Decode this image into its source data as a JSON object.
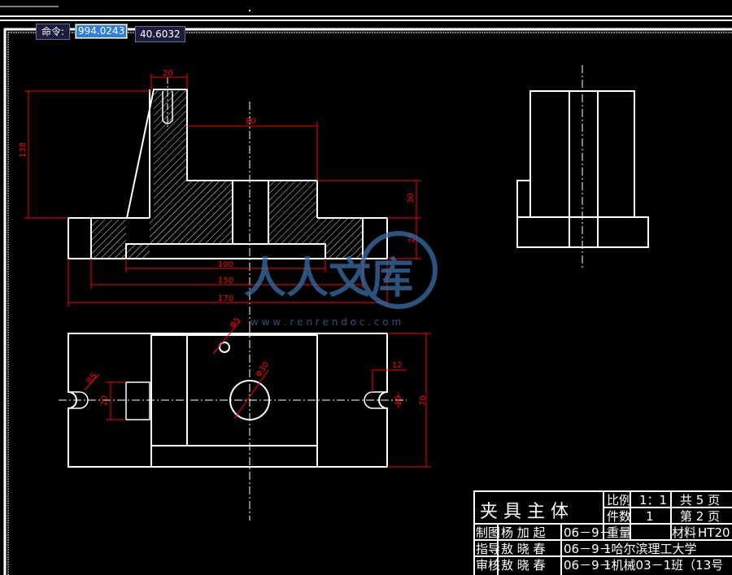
{
  "command": {
    "label": "命令:",
    "value": "994.0243",
    "secondary": "40.6032"
  },
  "dimensions": {
    "d_top_width": "20",
    "d_left_height": "138",
    "d_step_width": "80",
    "d_right_h1": "30",
    "d_right_h2": "25",
    "d_inner": "100",
    "d_mid": "150",
    "d_total": "170",
    "d_small_hole": "Φ5",
    "d_slot_left": "R5",
    "d_center_hole": "Φ30",
    "d_slot_w_left": "20",
    "d_right_small": "12",
    "d_right_slot": "10",
    "d_plan_height": "70"
  },
  "title_block": {
    "title": "夹 具 主 体",
    "scale_label": "比例",
    "scale_value": "1：1",
    "total_pages": "共 5 页",
    "qty_label": "件数",
    "qty_value": "1",
    "page_no": "第 2 页",
    "weight_label": "重量",
    "material_label": "材料",
    "material_value": "HT20",
    "drawn_label": "制图",
    "drawn_name": "杨 加 起",
    "drawn_date": "06－9－",
    "guide_label": "指导",
    "guide_name": "敖 晓 春",
    "guide_date": "06－9－",
    "school": "1哈尔滨理工大学",
    "review_label": "审核",
    "review_name": "敖 晓 春",
    "review_date": "06－9－",
    "class": "1机械03－1班（13号"
  },
  "watermark": {
    "brand": "人人文库",
    "url": "w w w . r e n r e n d o c . c o m"
  },
  "colors": {
    "background": "#000000",
    "line": "#ffffff",
    "dimension": "#ff0000",
    "watermark": "#3a6fa8"
  }
}
